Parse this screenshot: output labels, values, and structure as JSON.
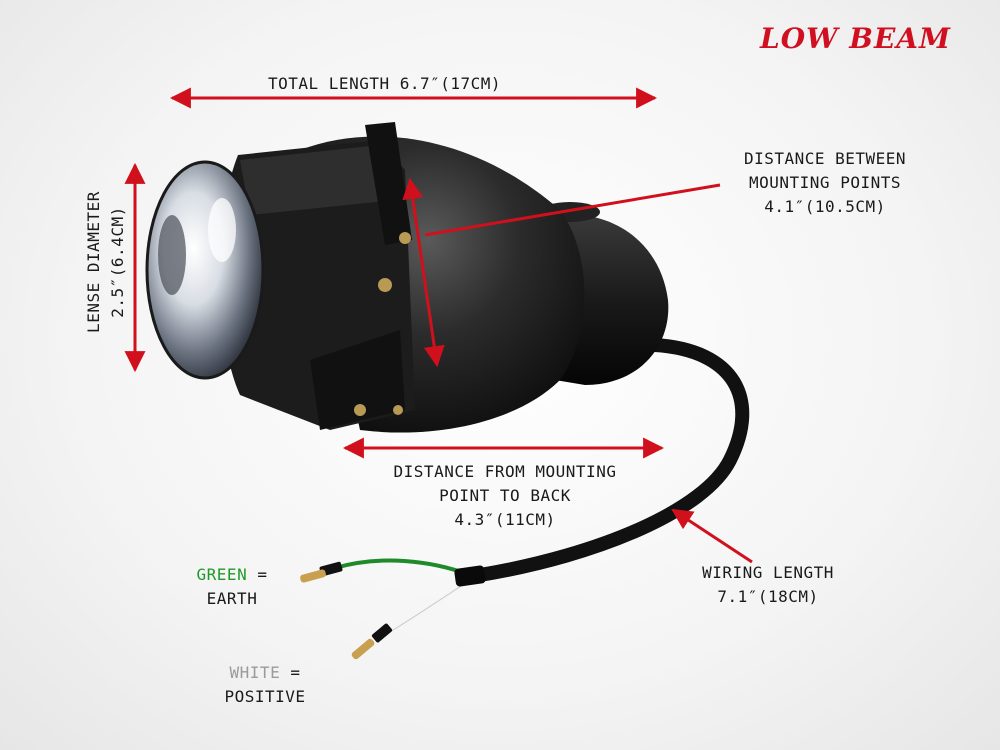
{
  "title": "LOW BEAM",
  "colors": {
    "arrow": "#d0101c",
    "green_label": "#1f9a2a",
    "white_label": "#9a9a9a",
    "title": "#d01020"
  },
  "labels": {
    "total_length": "TOTAL LENGTH 6.7″(17CM)",
    "lense_diameter": {
      "line1": "LENSE DIAMETER",
      "line2": "2.5″(6.4CM)"
    },
    "mounting_points": {
      "line1": "DISTANCE BETWEEN",
      "line2": "MOUNTING POINTS",
      "line3": "4.1″(10.5CM)"
    },
    "mount_to_back": {
      "line1": "DISTANCE FROM MOUNTING",
      "line2": "POINT TO BACK",
      "line3": "4.3″(11CM)"
    },
    "wiring_length": {
      "line1": "WIRING LENGTH",
      "line2": "7.1″(18CM)"
    },
    "green_wire": {
      "color_word": "GREEN",
      "equals": " =",
      "meaning": "EARTH"
    },
    "white_wire": {
      "color_word": "WHITE",
      "equals": " =",
      "meaning": "POSITIVE"
    }
  }
}
